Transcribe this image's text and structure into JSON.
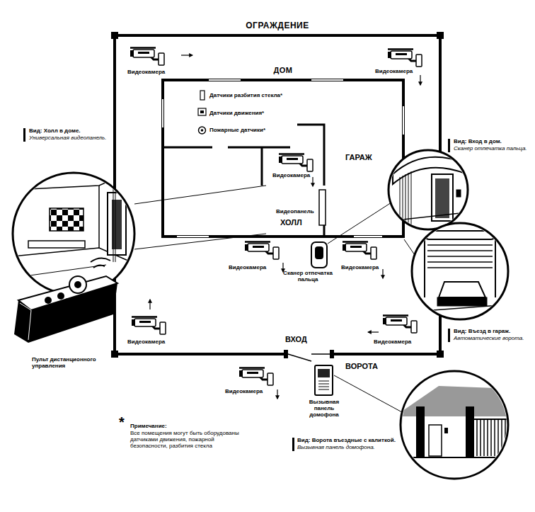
{
  "diagram": {
    "nodes": [
      {
        "text": [
          "ОГРАЖДЕНИЕ"
        ]
      },
      {
        "text": [
          "ДОМ"
        ],
        "in": 0
      }
    ],
    "labels": [
      "Видеокамера",
      "Видеокамера",
      "Видеокамера",
      "Видеопанель",
      "ХОЛЛ",
      "ГАРАЖ",
      "Видеокамера",
      "Сканер отпечатка пальца",
      "Видеокамера",
      "Видеокамера",
      "ВХОД",
      "Видеокамера",
      "ВОРОТА",
      "Видеокамера",
      "Вызывная панель домофона",
      "Пульт дистанционного управления",
      "*",
      "Примечание:",
      "Все помещения могут быть оборудованы датчиками движения, пожарной безопасности, разбития стекла",
      "Вид: Холл в доме.",
      "Универсальная видеопанель.",
      "Вид: Вход в дом.",
      "Сканер отпечатка пальца.",
      "Вид: Въезд в гараж.",
      "Автоматические ворота.",
      "Вид: Ворота въездные с калиткой.",
      "Вызывная панель домофона."
    ],
    "legend": [
      {
        "text": "Датчики разбития стекла*"
      },
      {
        "text": "Датчики движения*"
      },
      {
        "text": "Пожарные датчики*"
      }
    ]
  }
}
